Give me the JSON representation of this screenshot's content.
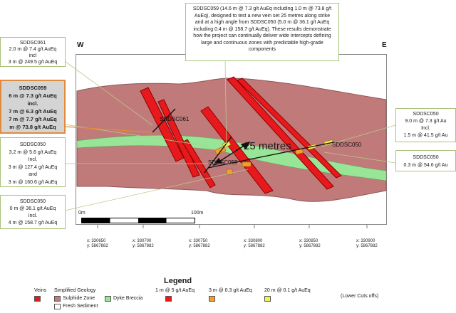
{
  "compass": {
    "west": "W",
    "east": "E"
  },
  "top_callout": {
    "text": "SDDSC059 (14.6 m @ 7.3 g/t AuEq including 1.0 m @ 73.8 g/t AuEq), designed to test a new vein set 25 metres along strike and at a high angle from SDDSC050 (5.0 m @ 36.1 g/t AuEq including 0.4 m @ 158.7 g/t AuEq).  These results demonstrate how the project can continually deliver wide intercepts defining large and continuous zones with predictable high-grade components"
  },
  "left_callouts": [
    {
      "lines": [
        "SDDSC061",
        "2.0 m @ 7.4 g/t AuEq",
        "incl",
        "3 m @ 249.5 g/t AuEq"
      ]
    },
    {
      "lines": [
        "SDDSC059",
        "6 m @ 7.3 g/t AuEq",
        "incl.",
        "7 m @ 6.3 g/t AuEq",
        "7 m @ 7.7 g/t AuEq",
        "m @ 73.8 g/t AuEq"
      ]
    },
    {
      "lines": [
        "SDDSC050",
        "3.2 m @ 5.6 g/t AuEq",
        "Incl.",
        "3 m @ 127.4 g/t AuEq",
        "and",
        "3 m @ 160.6 g/t AuEq"
      ]
    },
    {
      "lines": [
        "SDDSC050",
        "0 m @ 36.1 g/t AuEq",
        "Incl.",
        "4 m @ 158.7 g/t AuEq"
      ]
    }
  ],
  "right_callouts": [
    {
      "lines": [
        "SDDSC050",
        "9.0 m @ 7.3 g/t Au",
        "Incl.",
        "1.5 m @ 41.5 g/t Au"
      ]
    },
    {
      "lines": [
        "SDDSC050",
        "0.3 m @ 54.6 g/t Au"
      ]
    }
  ],
  "drillholes": {
    "sddsc061": "SDDSC061",
    "sddsc059": "SDDSC059",
    "sddsc050": "SDDSC050"
  },
  "annotation": "25 metres",
  "scale": {
    "start": "0m",
    "end": "100m"
  },
  "coords": [
    {
      "x": "x: 330650",
      "y": "y: 5867882"
    },
    {
      "x": "x: 330700",
      "y": "y: 5867882"
    },
    {
      "x": "x: 330750",
      "y": "y: 5867882"
    },
    {
      "x": "x: 330800",
      "y": "y: 5867882"
    },
    {
      "x": "x: 330850",
      "y": "y: 5867882"
    },
    {
      "x": "x: 330900",
      "y": "y: 5867882"
    }
  ],
  "legend": {
    "title": "Legend",
    "veins_label": "Veins",
    "geology_label": "Simplified Geology",
    "sulphide_zone": "Sulphide Zone",
    "dyke_breccia": "Dyke Breccia",
    "fresh_sediment": "Fresh Sediment",
    "cut1": "1 m @ 5 g/t AuEq",
    "cut2": "3 m @ 0.3 g/t AuEq",
    "cut3": "20 m @ 0.1 g/t AuEq",
    "note": "(Lower Cuts offs)"
  },
  "colors": {
    "sulphide": "#c07a7a",
    "dyke": "#98e598",
    "vein": "#e8191d",
    "vein_edge": "#8b0000",
    "mid_grade": "#f0a030",
    "low_grade": "#f5f050",
    "callout_border": "#a9c27a",
    "highlight_border": "#e08a3c"
  }
}
